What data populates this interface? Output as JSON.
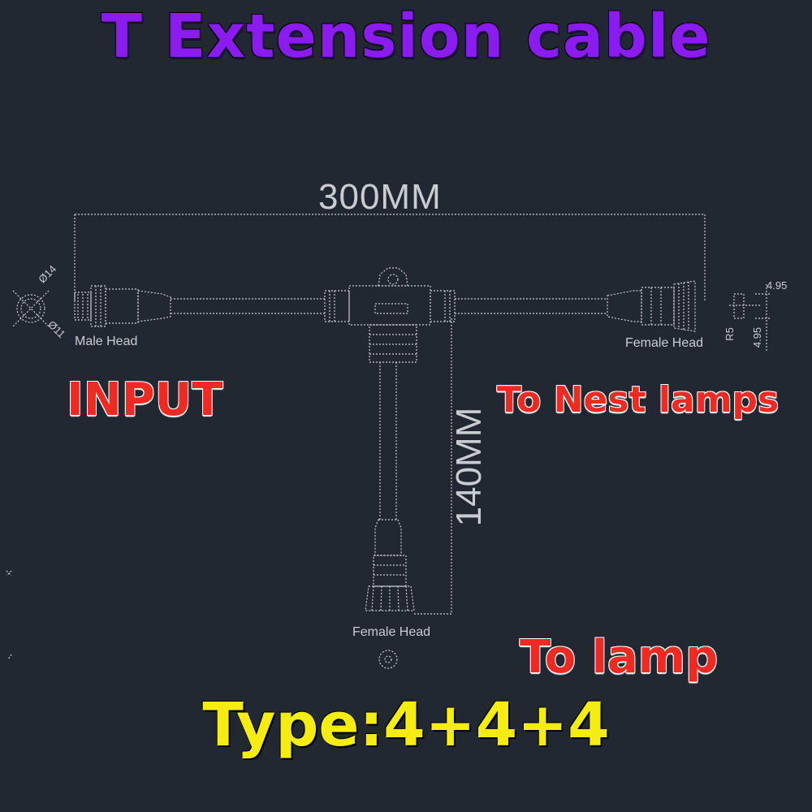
{
  "title": "T Extension cable",
  "labels": {
    "input": "INPUT",
    "nest": "To Nest lamps",
    "lamp": "To lamp",
    "type": "Type:4+4+4"
  },
  "dimensions": {
    "horizontal": "300MM",
    "vertical": "140MM",
    "d14": "Ø14",
    "d11": "Ø11",
    "r5": "R5",
    "t1": "4.95",
    "t2": "4.95"
  },
  "connectors": {
    "male": "Male Head",
    "female_right": "Female Head",
    "female_bottom": "Female Head"
  },
  "colors": {
    "background": "#212832",
    "title": "#8a1cf0",
    "red_text": "#ee2a22",
    "type_text": "#f5ec12",
    "line": "#c9cdd2"
  }
}
